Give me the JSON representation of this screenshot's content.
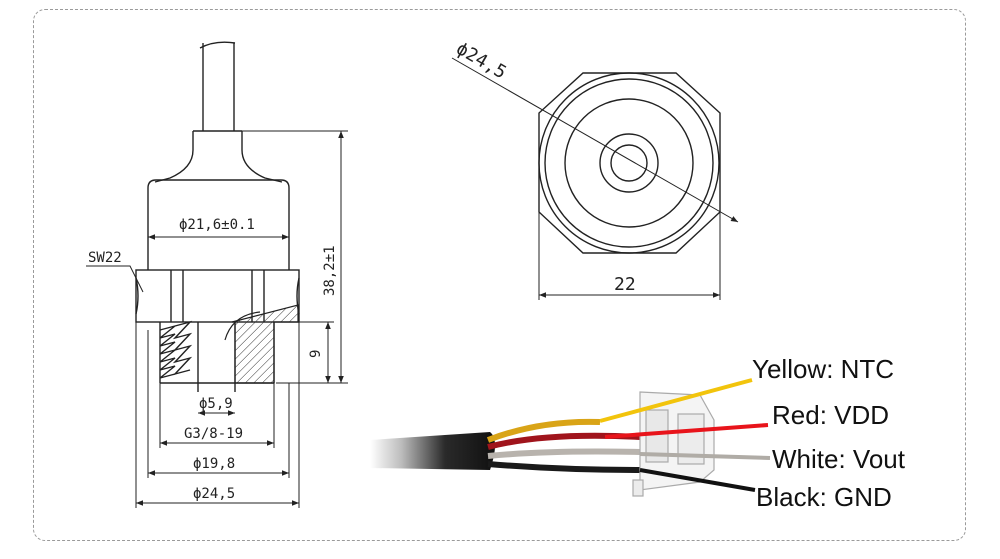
{
  "drawing": {
    "side_view": {
      "sw": "SW22",
      "d_body": "ϕ21,6±0.1",
      "height": "38,2±1",
      "thread_len": "9",
      "d_hole": "ϕ5,9",
      "thread": "G3/8-19",
      "d_thread": "ϕ19,8",
      "d_hex": "ϕ24,5"
    },
    "top_view": {
      "d_hex": "ϕ24,5",
      "width": "22"
    }
  },
  "wires": [
    {
      "label": "Yellow: NTC",
      "color": "#f2c40c"
    },
    {
      "label": "Red: VDD",
      "color": "#e8141b"
    },
    {
      "label": "White: Vout",
      "color": "#b0aca6"
    },
    {
      "label": "Black: GND",
      "color": "#111111"
    }
  ]
}
